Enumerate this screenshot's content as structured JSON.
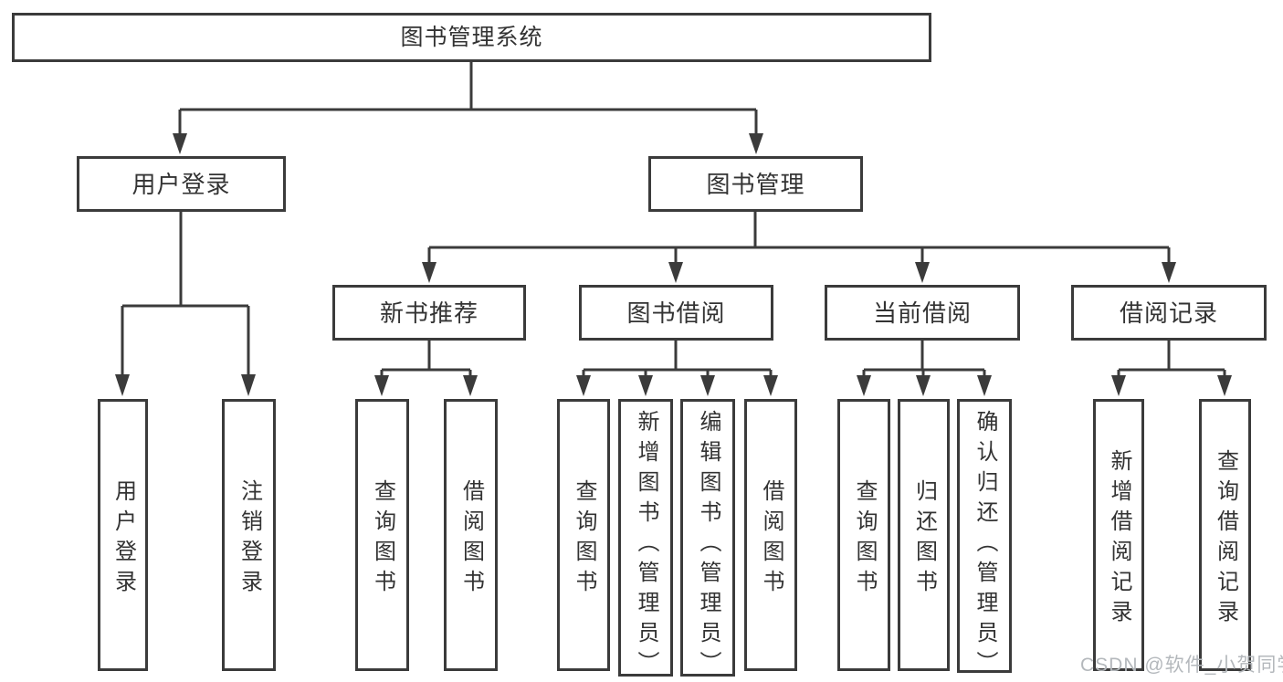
{
  "tree": {
    "root": "图书管理系统",
    "branches": [
      {
        "label": "用户登录",
        "leaves": [
          "用户登录",
          "注销登录"
        ]
      },
      {
        "label": "图书管理",
        "sections": [
          {
            "label": "新书推荐",
            "leaves": [
              "查询图书",
              "借阅图书"
            ]
          },
          {
            "label": "图书借阅",
            "leaves": [
              "查询图书",
              "新增图书（管理员）",
              "编辑图书（管理员）",
              "借阅图书"
            ]
          },
          {
            "label": "当前借阅",
            "leaves": [
              "查询图书",
              "归还图书",
              "确认归还（管理员）"
            ]
          },
          {
            "label": "借阅记录",
            "leaves": [
              "新增借阅记录",
              "查询借阅记录"
            ]
          }
        ]
      }
    ]
  },
  "watermark": {
    "text": "CSDN @软件_小贺同学"
  },
  "colors": {
    "line": "#3b3b3b",
    "box_border": "#3b3b3b",
    "text": "#333333",
    "watermark": "#b4b8bc",
    "background": "#ffffff"
  }
}
